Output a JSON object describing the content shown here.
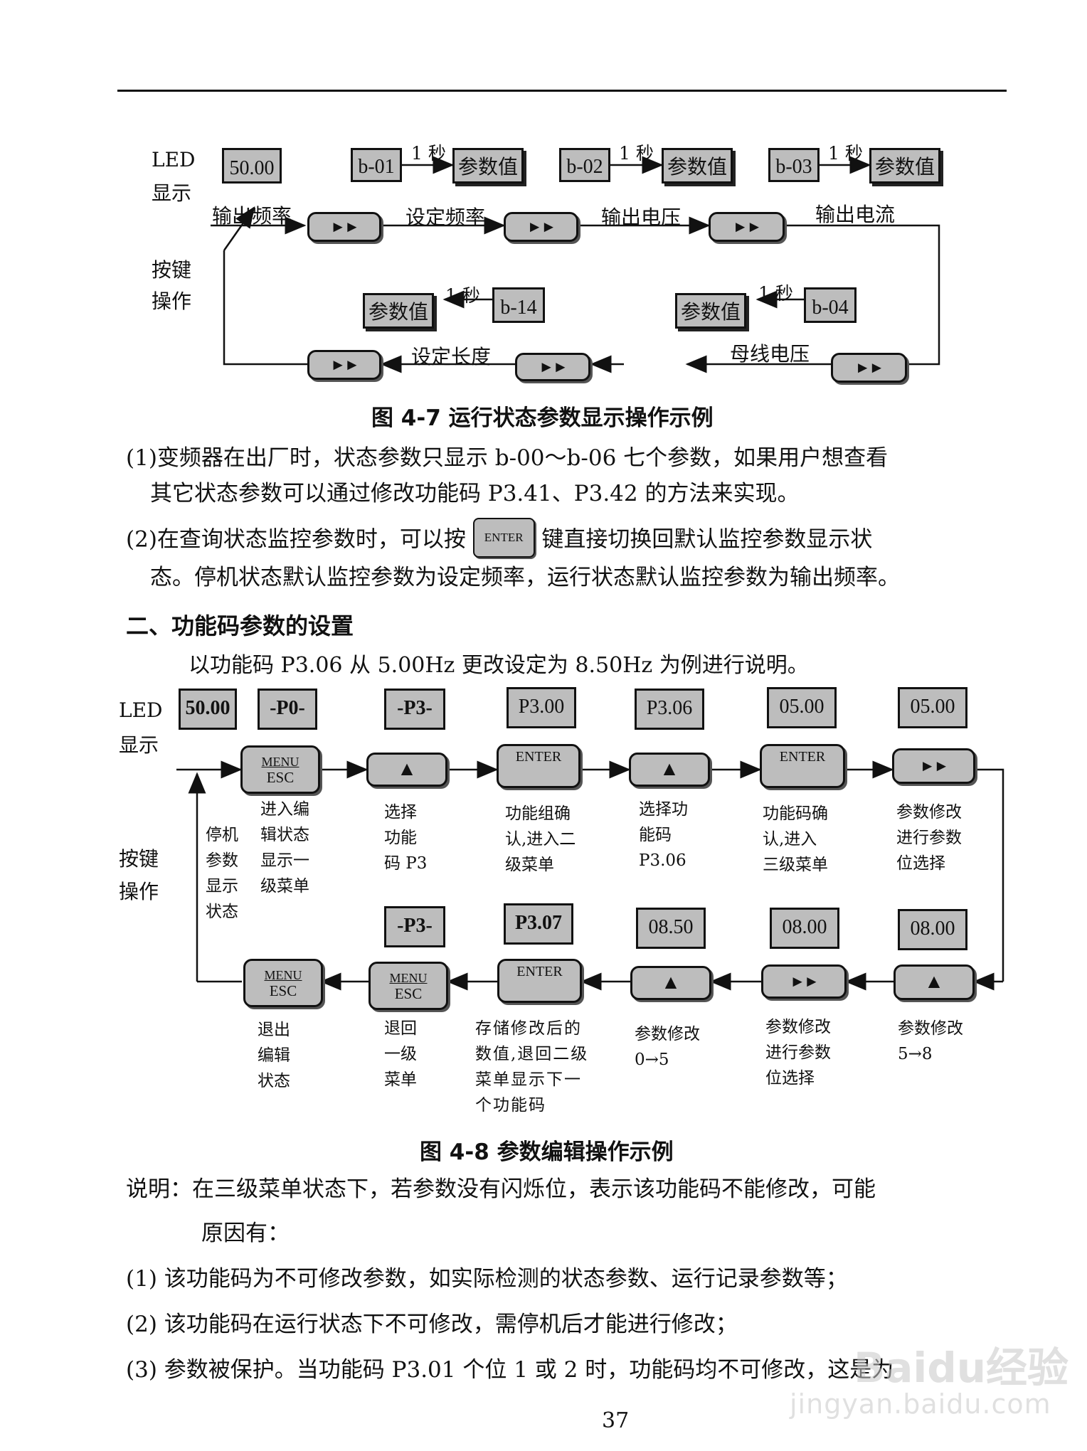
{
  "fig47": {
    "led_label": [
      "LED",
      "显示"
    ],
    "key_label": [
      "按键",
      "操作"
    ],
    "led_boxes": [
      "50.00",
      "b-01",
      "参数值",
      "b-02",
      "参数值",
      "b-03",
      "参数值",
      "参数值",
      "b-14",
      "参数值",
      "b-04"
    ],
    "one_sec": "1 秒",
    "row1_labels": [
      "输出频率",
      "设定频率",
      "输出电压",
      "输出电流"
    ],
    "row2_labels": [
      "设定长度",
      "母线电压"
    ],
    "ff_key": "►►",
    "caption": "图 4-7  运行状态参数显示操作示例"
  },
  "text1": {
    "p1a": "(1)变频器在出厂时，状态参数只显示 b-00～b-06 七个参数，如果用户想查看",
    "p1b": "其它状态参数可以通过修改功能码 P3.41、P3.42 的方法来实现。",
    "p2a_pre": "(2)在查询状态监控参数时，可以按",
    "enter_key": "ENTER",
    "p2a_post": "键直接切换回默认监控参数显示状",
    "p2b": "态。停机状态默认监控参数为设定频率，运行状态默认监控参数为输出频率。",
    "heading": "二、功能码参数的设置",
    "intro": "以功能码 P3.06 从 5.00Hz 更改设定为 8.50Hz 为例进行说明。"
  },
  "fig48": {
    "led_label": [
      "LED",
      "显示"
    ],
    "key_label": [
      "按键",
      "操作"
    ],
    "top_leds": [
      "50.00",
      "-P0-",
      "-P3-",
      "P3.00",
      "P3.06",
      "05.00",
      "05.00"
    ],
    "bottom_leds": [
      "-P3-",
      "P3.07",
      "08.50",
      "08.00",
      "08.00"
    ],
    "keys": {
      "menu": "MENU",
      "esc": "ESC",
      "enter": "ENTER",
      "up": "▲",
      "ff": "►►"
    },
    "stop_desc": "停机\n参数\n显示\n状态",
    "top_desc": [
      "进入编\n辑状态\n显示一\n级菜单",
      "选择\n功能\n码 P3",
      "功能组确\n认,进入二\n级菜单",
      "选择功\n能码\nP3.06",
      "功能码确\n认,进入\n三级菜单",
      "参数修改\n进行参数\n位选择"
    ],
    "bottom_desc": [
      "退出\n编辑\n状态",
      "退回\n一级\n菜单",
      "存储修改后的\n数值,退回二级\n菜单显示下一\n个功能码",
      "参数修改\n0→5",
      "参数修改\n进行参数\n位选择",
      "参数修改\n5→8"
    ],
    "caption": "图 4-8  参数编辑操作示例"
  },
  "text2": {
    "note_a": "说明：在三级菜单状态下，若参数没有闪烁位，表示该功能码不能修改，可能",
    "note_b": "原因有：",
    "item1": "(1)  该功能码为不可修改参数，如实际检测的状态参数、运行记录参数等；",
    "item2": "(2)  该功能码在运行状态下不可修改，需停机后才能进行修改；",
    "item3": "(3)  参数被保护。当功能码 P3.01 个位 1 或 2 时，功能码均不可修改，这是为"
  },
  "page_number": "37",
  "watermark": [
    "Baidu经验",
    "jingyan.baidu.com"
  ]
}
